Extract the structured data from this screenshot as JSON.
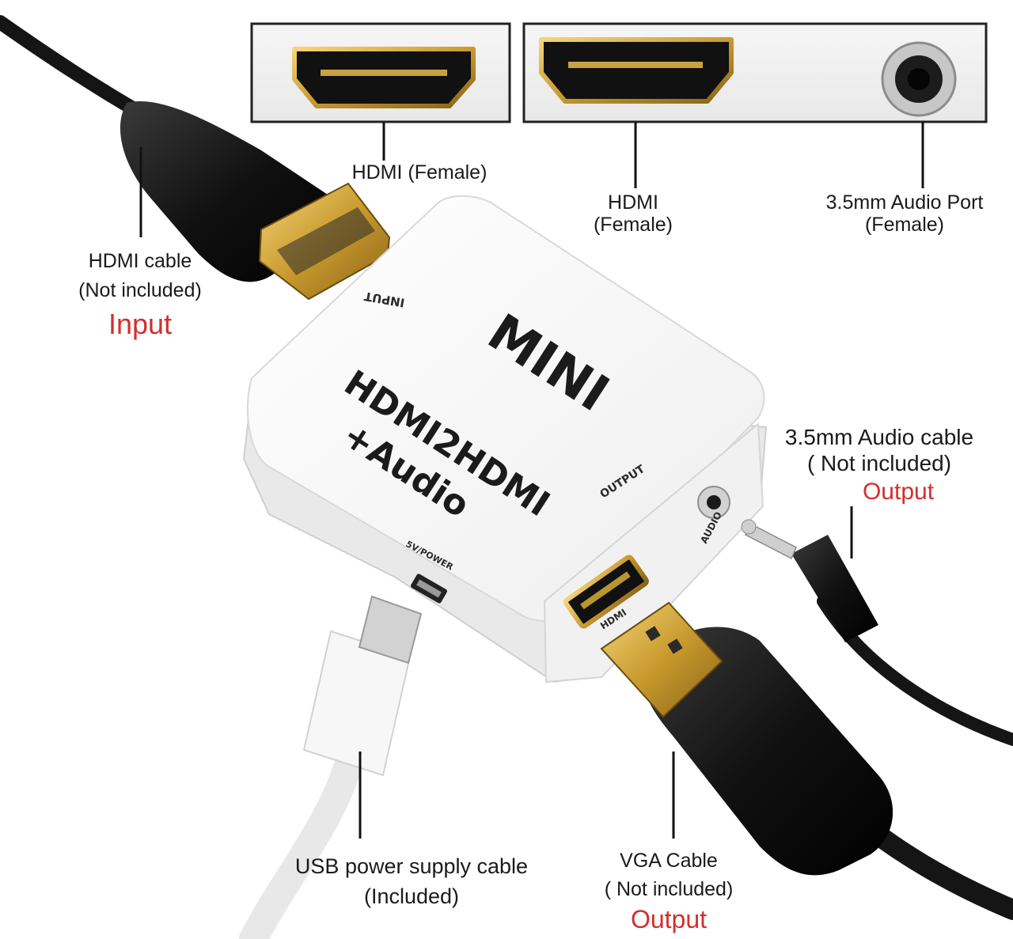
{
  "callouts": {
    "input_cable": {
      "line1": "HDMI cable",
      "line2": "(Not included)",
      "role": "Input"
    },
    "input_port": {
      "line1": "HDMI (Female)"
    },
    "output_hdmi_port": {
      "line1": "HDMI",
      "line2": "(Female)"
    },
    "audio_port": {
      "line1": "3.5mm Audio Port",
      "line2": "(Female)"
    },
    "audio_cable": {
      "line1": "3.5mm Audio cable",
      "line2": "( Not included)",
      "role": "Output"
    },
    "usb_cable": {
      "line1": "USB power supply cable",
      "line2": "(Included)"
    },
    "vga_cable": {
      "line1": "VGA Cable",
      "line2": "( Not included)",
      "role": "Output"
    }
  },
  "device_print": {
    "brand": "MINI",
    "model_line1": "HDMI2HDMI",
    "model_line2": "+Audio",
    "input_label": "INPUT",
    "output_label": "OUTPUT",
    "audio_label": "AUDIO",
    "hdmi_label": "HDMI",
    "power_label": "5V/POWER"
  },
  "colors": {
    "role_text": "#d32f2f",
    "gold_connector": "#d4a93a",
    "cable_black": "#141414",
    "device_white": "#f7f7f7"
  }
}
